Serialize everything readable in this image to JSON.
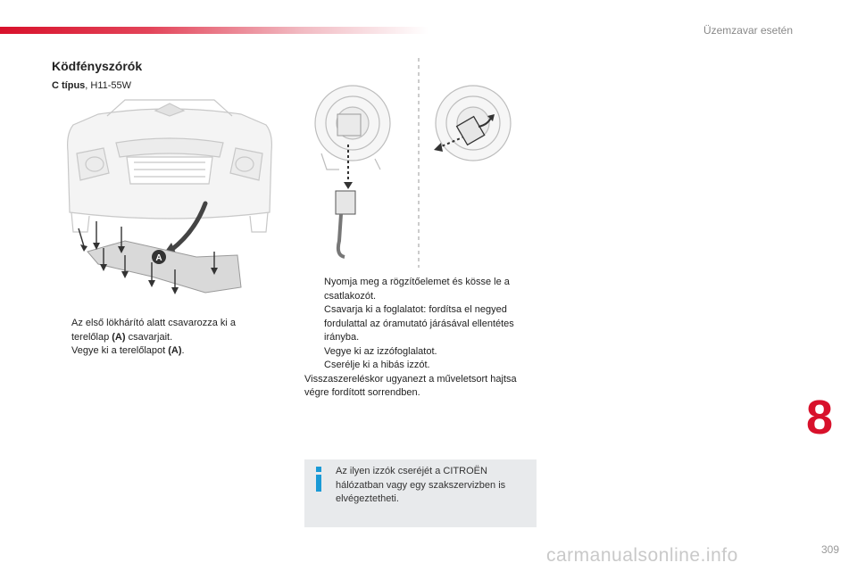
{
  "header": {
    "section": "Üzemzavar esetén"
  },
  "title": "Ködfényszórók",
  "subtitle": {
    "type_label": "C típus",
    "spec": ", H11-55W"
  },
  "left_steps": [
    {
      "mark": "",
      "parts": [
        "Az első lökhárító alatt csavarozza ki a terelőlap ",
        "(A)",
        " csavarjait."
      ]
    },
    {
      "mark": "",
      "parts": [
        "Vegye ki a terelőlapot ",
        "(A)",
        "."
      ]
    }
  ],
  "right_steps": [
    {
      "mark": "",
      "text": "Nyomja meg a rögzítőelemet és kösse le a csatlakozót."
    },
    {
      "mark": "",
      "text": "Csavarja ki a foglalatot: fordítsa el negyed fordulattal az óramutató járásával ellentétes irányba."
    },
    {
      "mark": "",
      "text": "Vegye ki az izzófoglalatot."
    },
    {
      "mark": "",
      "text": "Cserélje ki a hibás izzót."
    }
  ],
  "reassembly_note": "Visszaszereléskor ugyanezt a műveletsort hajtsa végre fordított sorrendben.",
  "info": {
    "icon": "info-icon",
    "text": "Az ilyen izzók cseréjét a CITROËN hálózatban vagy egy szakszervizben is elvégeztetheti."
  },
  "figure": {
    "callout_label": "A"
  },
  "chapter_number": "8",
  "page_number": "309",
  "watermark": "carmanualsonline.info",
  "colors": {
    "accent": "#d8112b",
    "info_blue": "#1a9ad6",
    "box_bg": "#e8eaec",
    "callout": "#333333"
  }
}
